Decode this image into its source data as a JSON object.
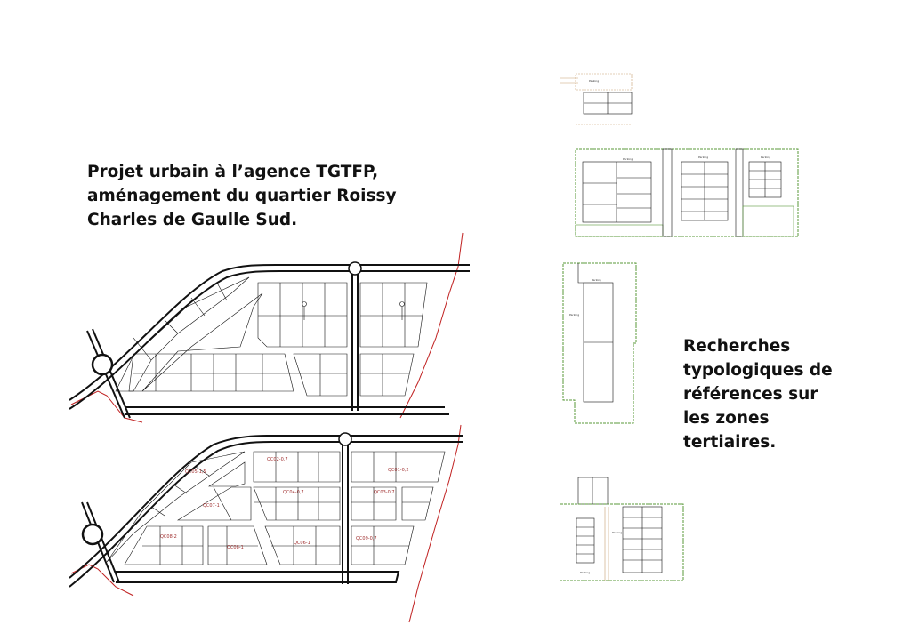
{
  "page": {
    "title": "Projet urbain à l’agence TGTFP, aménagement du quartier Roissy Charles de Gaulle Sud.",
    "caption": "Recherches typologiques de références sur les zones tertiaires."
  },
  "plan_labels": {
    "lots": [
      "QC05-1,5",
      "QC02-0,7",
      "QC01-0,2",
      "QC07-1",
      "QC04-0,7",
      "QC03-0,7",
      "QC08-2",
      "QC08-1",
      "QC06-1",
      "QC09-0,7"
    ],
    "parking": "Parking"
  },
  "colors": {
    "ink": "#111111",
    "red_boundary": "#c02020",
    "green_boundary": "#5a9a3a",
    "orange_parking": "#c8a070"
  }
}
